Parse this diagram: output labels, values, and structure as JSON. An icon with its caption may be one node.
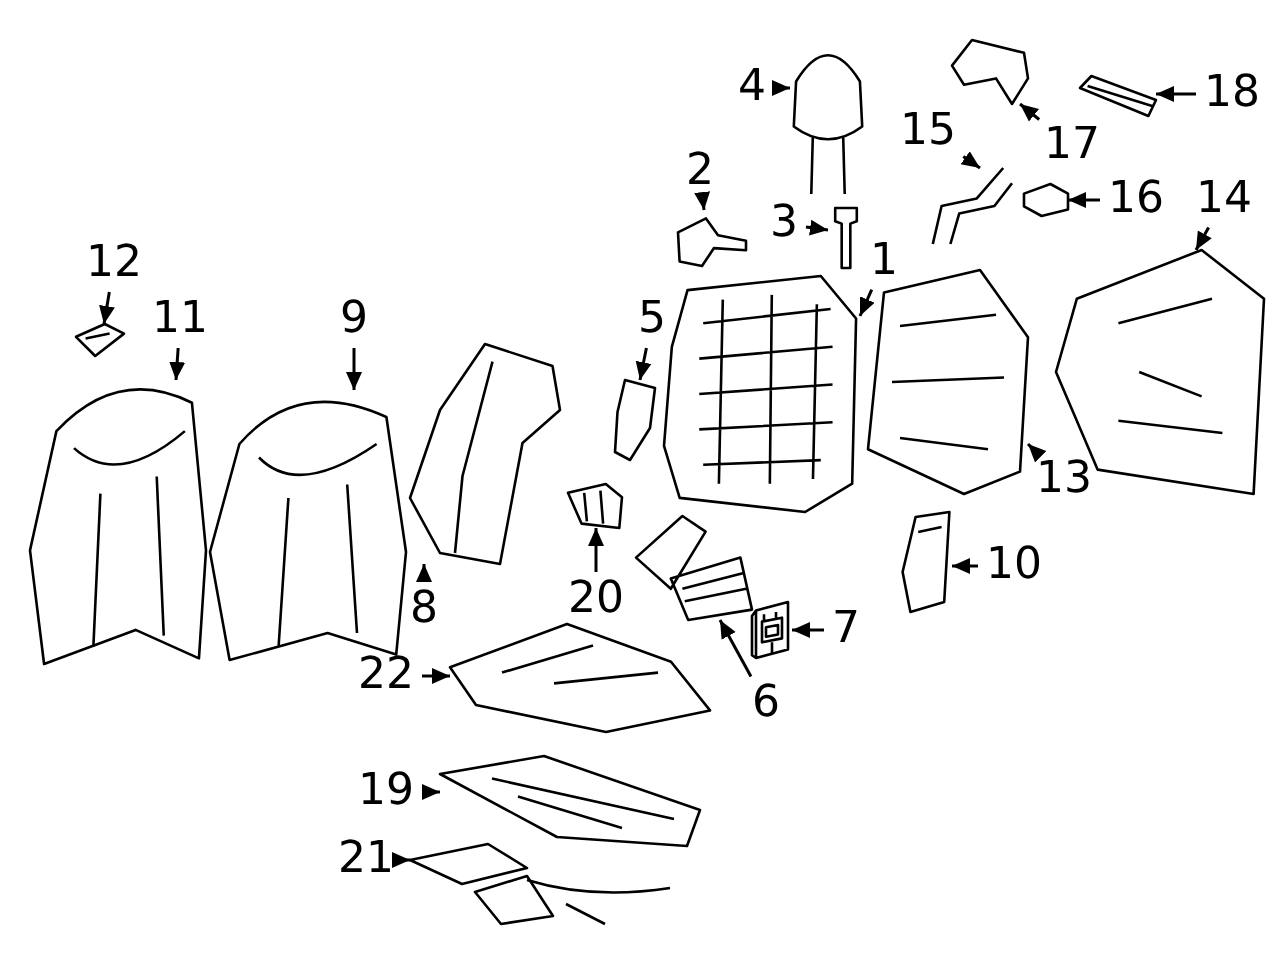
{
  "diagram": {
    "nodes": [
      {
        "text": [
          "1"
        ]
      },
      {
        "text": [
          "2"
        ]
      },
      {
        "text": [
          "3"
        ]
      },
      {
        "text": [
          "4"
        ]
      },
      {
        "text": [
          "5"
        ]
      },
      {
        "text": [
          "6"
        ]
      },
      {
        "text": [
          "7"
        ]
      },
      {
        "text": [
          "8"
        ]
      },
      {
        "text": [
          "9"
        ]
      },
      {
        "text": [
          "10"
        ]
      },
      {
        "text": [
          "11"
        ]
      },
      {
        "text": [
          "12"
        ]
      },
      {
        "text": [
          "13"
        ]
      },
      {
        "text": [
          "14"
        ]
      },
      {
        "text": [
          "15"
        ]
      },
      {
        "text": [
          "16"
        ]
      },
      {
        "text": [
          "17"
        ]
      },
      {
        "text": [
          "18"
        ]
      },
      {
        "text": [
          "19"
        ]
      },
      {
        "text": [
          "20"
        ]
      },
      {
        "text": [
          "21"
        ]
      },
      {
        "text": [
          "22"
        ]
      },
      {
        "text": [],
        "shape": "picture"
      },
      {
        "text": [],
        "shape": "picture"
      },
      {
        "text": [],
        "shape": "picture"
      },
      {
        "text": [],
        "shape": "picture"
      },
      {
        "text": [],
        "shape": "picture"
      },
      {
        "text": [],
        "shape": "picture"
      },
      {
        "text": [],
        "shape": "picture"
      },
      {
        "text": [],
        "shape": "picture"
      },
      {
        "text": [],
        "shape": "picture"
      },
      {
        "text": [],
        "shape": "picture"
      },
      {
        "text": [],
        "shape": "picture"
      },
      {
        "text": [],
        "shape": "picture"
      },
      {
        "text": [],
        "shape": "picture"
      },
      {
        "text": [],
        "shape": "picture"
      },
      {
        "text": [],
        "shape": "picture"
      },
      {
        "text": [],
        "shape": "picture"
      },
      {
        "text": [],
        "shape": "picture"
      },
      {
        "text": [],
        "shape": "picture"
      },
      {
        "text": [],
        "shape": "picture"
      },
      {
        "text": [],
        "shape": "picture"
      },
      {
        "text": [],
        "shape": "picture"
      },
      {
        "text": [],
        "shape": "picture"
      }
    ],
    "edges": [
      {
        "from": 0,
        "to": 22,
        "arrow": "to"
      },
      {
        "from": 1,
        "to": 23,
        "arrow": "to"
      },
      {
        "from": 2,
        "to": 24,
        "arrow": "to"
      },
      {
        "from": 3,
        "to": 25,
        "arrow": "to"
      },
      {
        "from": 4,
        "to": 26,
        "arrow": "to"
      },
      {
        "from": 5,
        "to": 27,
        "arrow": "to"
      },
      {
        "from": 6,
        "to": 28,
        "arrow": "to"
      },
      {
        "from": 7,
        "to": 29,
        "arrow": "to"
      },
      {
        "from": 8,
        "to": 30,
        "arrow": "to"
      },
      {
        "from": 9,
        "to": 31,
        "arrow": "to"
      },
      {
        "from": 10,
        "to": 32,
        "arrow": "to"
      },
      {
        "from": 11,
        "to": 33,
        "arrow": "to"
      },
      {
        "from": 12,
        "to": 34,
        "arrow": "to"
      },
      {
        "from": 13,
        "to": 35,
        "arrow": "to"
      },
      {
        "from": 14,
        "to": 36,
        "arrow": "to"
      },
      {
        "from": 15,
        "to": 37,
        "arrow": "to"
      },
      {
        "from": 16,
        "to": 38,
        "arrow": "to"
      },
      {
        "from": 17,
        "to": 39,
        "arrow": "to"
      },
      {
        "from": 18,
        "to": 40,
        "arrow": "to"
      },
      {
        "from": 19,
        "to": 41,
        "arrow": "to"
      },
      {
        "from": 20,
        "to": 42,
        "arrow": "to"
      },
      {
        "from": 21,
        "to": 43,
        "arrow": "to"
      }
    ]
  }
}
